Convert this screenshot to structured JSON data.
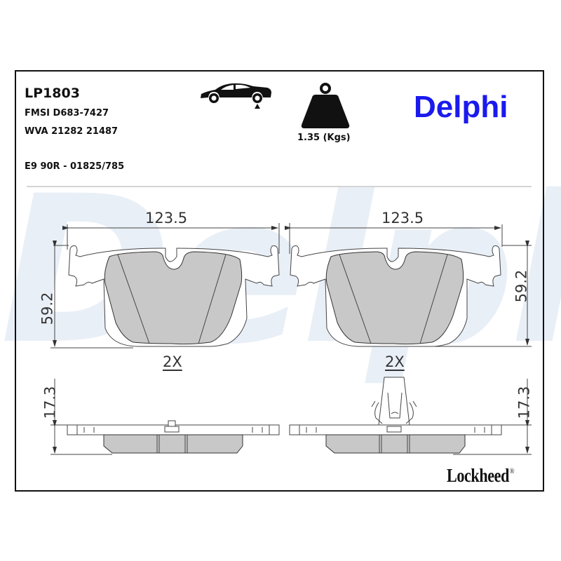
{
  "header": {
    "part_number": "LP1803",
    "fmsi": "FMSI D683-7427",
    "wva": "WVA 21282 21487",
    "approval": "E9 90R - 01825/785"
  },
  "icons": {
    "axle_position": "car-rear-axle-icon",
    "weight": "weight-icon"
  },
  "weight": {
    "label": "1.35 (Kgs)"
  },
  "brand": {
    "name": "Delphi",
    "color": "#1a1aee",
    "watermark": "Delphi",
    "watermark_color": "#e9eff7"
  },
  "drawing": {
    "pad_fill_color": "#c8c8c8",
    "left_view": {
      "width_label": "123.5",
      "height_label": "59.2",
      "quantity_label": "2X"
    },
    "right_view": {
      "width_label": "123.5",
      "height_label": "59.2",
      "quantity_label": "2X"
    },
    "side_left": {
      "thickness_label": "17.3"
    },
    "side_right": {
      "thickness_label": "17.3"
    }
  },
  "footer": {
    "brand": "Lockheed",
    "registered_mark": "®"
  }
}
